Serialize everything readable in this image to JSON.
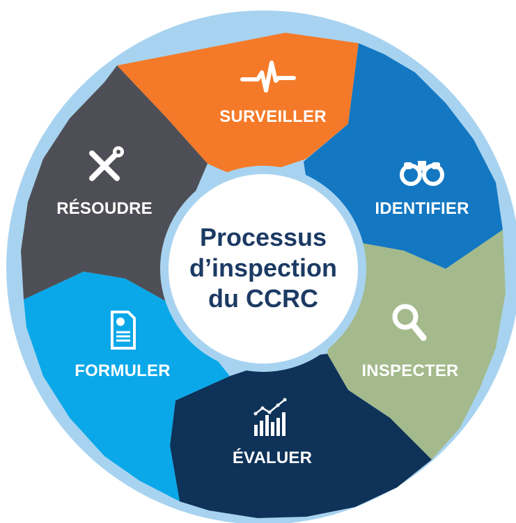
{
  "diagram": {
    "center": {
      "lines": [
        "Processus",
        "d’inspection",
        "du CCRC"
      ]
    },
    "segments": [
      {
        "key": "surveiller",
        "label": "SURVEILLER",
        "icon": "heartbeat-icon",
        "color": "#f47a29"
      },
      {
        "key": "identifier",
        "label": "IDENTIFIER",
        "icon": "binoculars-icon",
        "color": "#1377c2"
      },
      {
        "key": "inspecter",
        "label": "INSPECTER",
        "icon": "magnifier-icon",
        "color": "#a4ba8c"
      },
      {
        "key": "evaluer",
        "label": "ÉVALUER",
        "icon": "growth-chart-icon",
        "color": "#0e3258"
      },
      {
        "key": "formuler",
        "label": "FORMULER",
        "icon": "document-icon",
        "color": "#0aa8e8"
      },
      {
        "key": "resoudre",
        "label": "RÉSOUDRE",
        "icon": "tools-icon",
        "color": "#4e4f56"
      }
    ],
    "ring_color": "#a8d3f0"
  }
}
